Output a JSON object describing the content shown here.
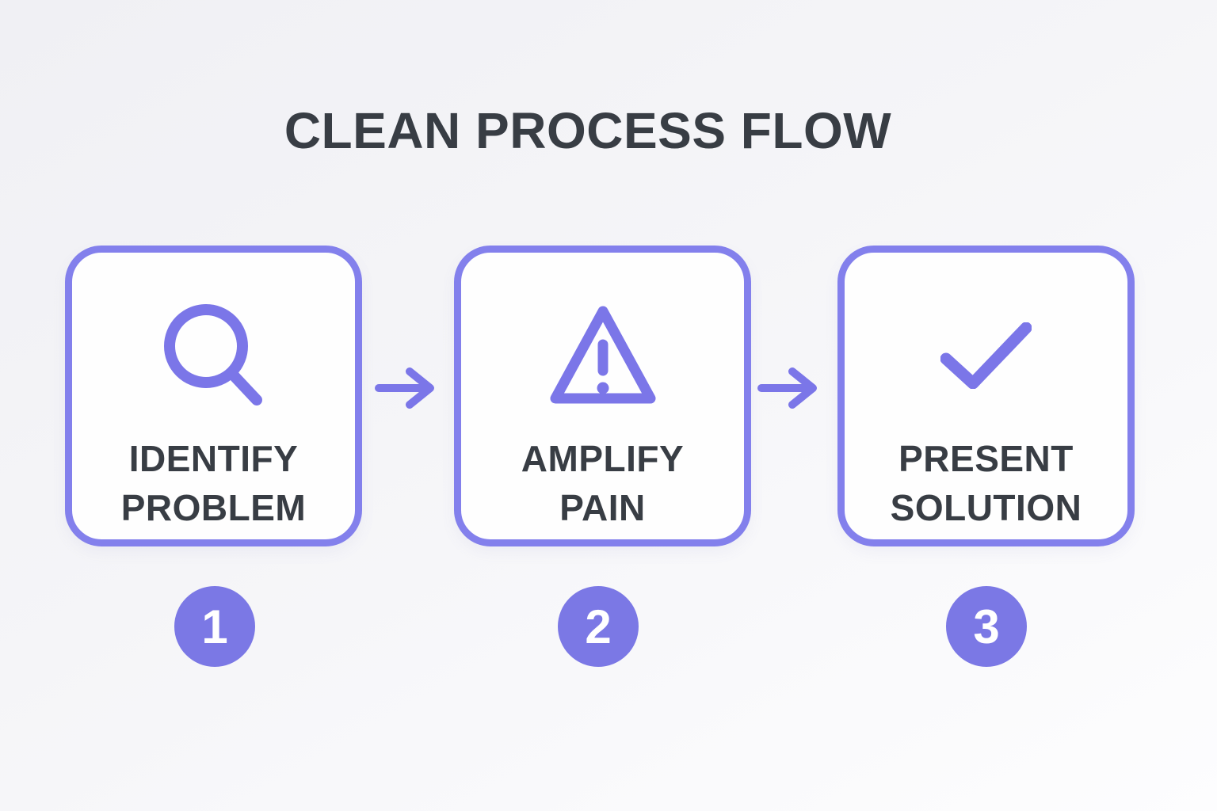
{
  "title": "CLEAN PROCESS FLOW",
  "steps": [
    {
      "number": "1",
      "label_line1": "IDENTIFY",
      "label_line2": "PROBLEM",
      "icon": "magnifier-icon"
    },
    {
      "number": "2",
      "label_line1": "AMPLIFY",
      "label_line2": "PAIN",
      "icon": "warning-triangle-icon"
    },
    {
      "number": "3",
      "label_line1": "PRESENT",
      "label_line2": "SOLUTION",
      "icon": "checkmark-icon"
    }
  ],
  "connectors": [
    {
      "icon": "arrow-right-icon"
    },
    {
      "icon": "arrow-right-icon"
    }
  ],
  "colors": {
    "accent": "#7b76e8",
    "box_border": "#8380ec",
    "badge_fill": "#7b78e5",
    "badge_text": "#ffffff",
    "text_dark": "#383d44",
    "box_fill": "#fefefe",
    "background_top_left": "#f0f0f4",
    "background_bottom_right": "#fdfdfe"
  }
}
